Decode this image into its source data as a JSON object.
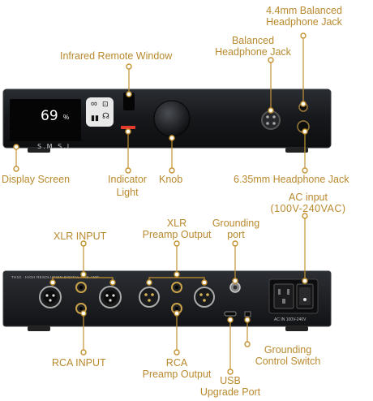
{
  "labels": {
    "infrared": "Infrared Remote Window",
    "balanced_jack_4_4": [
      "4.4mm Balanced",
      "Headphone Jack"
    ],
    "balanced_jack": [
      "Balanced",
      "Headphone Jack"
    ],
    "display_screen": "Display Screen",
    "indicator": "Indicator",
    "light": "Light",
    "knob": "Knob",
    "jack_6_35": "6.35mm Headphone Jack",
    "ac_input": [
      "AC input",
      "(100V-240VAC)"
    ],
    "xlr_input": "XLR INPUT",
    "xlr_preamp": [
      "XLR",
      "Preamp Output"
    ],
    "grounding_port": [
      "Grounding",
      "port"
    ],
    "rca_input": "RCA INPUT",
    "rca_preamp": [
      "RCA",
      "Preamp Output"
    ],
    "usb_upgrade": [
      "USB",
      "Upgrade Port"
    ],
    "grounding_switch": [
      "Grounding",
      "Control Switch"
    ]
  },
  "device": {
    "display_value": "69",
    "display_unit": "%",
    "brand": "S.M.S.L",
    "rear_model_text": "TH10 · HIGH RESOLUTION DIGITAL PRE-AMP",
    "ac_plate": "AC IN 100V-240V"
  },
  "colors": {
    "label": "#b8892d",
    "device_body": "#1c1e22",
    "panel_face": "#111214",
    "indicator_red": "#e23a2c"
  },
  "icons": [
    "infinity-icon",
    "headphone-icon",
    "bars-icon",
    "output-icon"
  ]
}
